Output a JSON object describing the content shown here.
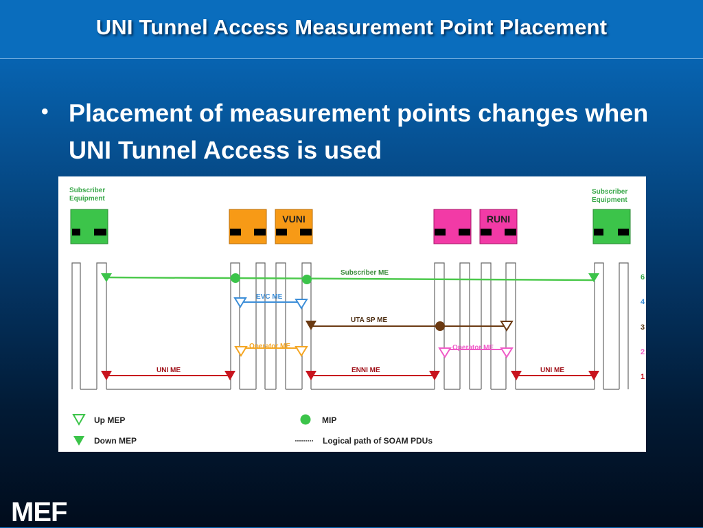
{
  "slide": {
    "title": "UNI Tunnel Access Measurement Point Placement",
    "bullet": "Placement of measurement points changes when UNI Tunnel Access is used",
    "logo": "MEF"
  },
  "diagram": {
    "subscriber_equipment_left": [
      "Subscriber",
      "Equipment"
    ],
    "subscriber_equipment_right": [
      "Subscriber",
      "Equipment"
    ],
    "vuni_label": "VUNI",
    "runi_label": "RUNI",
    "me_labels": {
      "subscriber_me": "Subscriber ME",
      "evc_me": "EVC ME",
      "uta_sp_me": "UTA SP ME",
      "operator_me_left": "Operator ME",
      "operator_me_right": "Operator ME",
      "uni_me_left": "UNI ME",
      "enni_me": "ENNI ME",
      "uni_me_right": "UNI ME"
    },
    "levels": [
      "6",
      "4",
      "3",
      "2",
      "1"
    ],
    "legend": {
      "up_mep": "Up MEP",
      "down_mep": "Down MEP",
      "mip": "MIP",
      "logical_path": "Logical path of SOAM  PDUs"
    },
    "colors": {
      "subscriber": "#4cc94c",
      "evc": "#3c8ed8",
      "uta": "#6b3a12",
      "operator_left": "#f5a623",
      "operator_right": "#f05bc8",
      "link": "#c8141e",
      "vuni_box": "#f79a16",
      "runi_box": "#f23aa6",
      "subscriber_box": "#3cc44a"
    }
  }
}
